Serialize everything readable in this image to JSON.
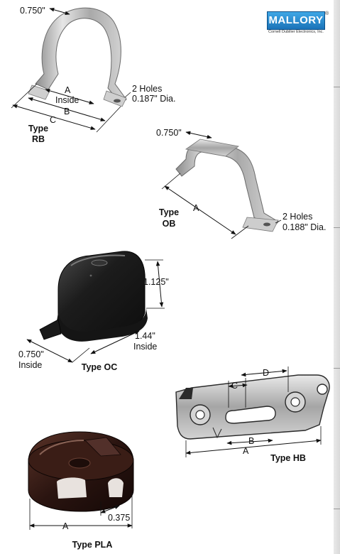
{
  "brand": {
    "logo_text": "MALLORY",
    "trademark": "®",
    "subtitle": "Cornell Dubilier Electronics, Inc."
  },
  "colors": {
    "logo_blue": "#1a73b8",
    "metal": "#b9b9b9",
    "rubber_black": "#202020",
    "bakelite_brown": "#2a1410",
    "edge_band": "#dcdcdc"
  },
  "types": {
    "rb": {
      "caption_line1": "Type",
      "caption_line2": "RB",
      "dim_top": "0.750\"",
      "dim_a": "A",
      "dim_a_sub": "Inside",
      "dim_b": "B",
      "dim_c": "C",
      "holes_line1": "2 Holes",
      "holes_line2": "0.187\" Dia."
    },
    "ob": {
      "caption_line1": "Type",
      "caption_line2": "OB",
      "dim_top": "0.750\"",
      "dim_a": "A",
      "holes_line1": "2 Holes",
      "holes_line2": "0.188\" Dia."
    },
    "oc": {
      "caption": "Type OC",
      "dim_height": "1.125\"",
      "dim_inside_line1": "1.44\"",
      "dim_inside_line2": "Inside",
      "dim_width_line1": "0.750\"",
      "dim_width_line2": "Inside"
    },
    "hb": {
      "caption": "Type HB",
      "dim_a": "A",
      "dim_b": "B",
      "dim_c": "C",
      "dim_d": "D"
    },
    "pla": {
      "caption": "Type PLA",
      "dim_a": "A",
      "dim_slot": "0.375"
    }
  }
}
